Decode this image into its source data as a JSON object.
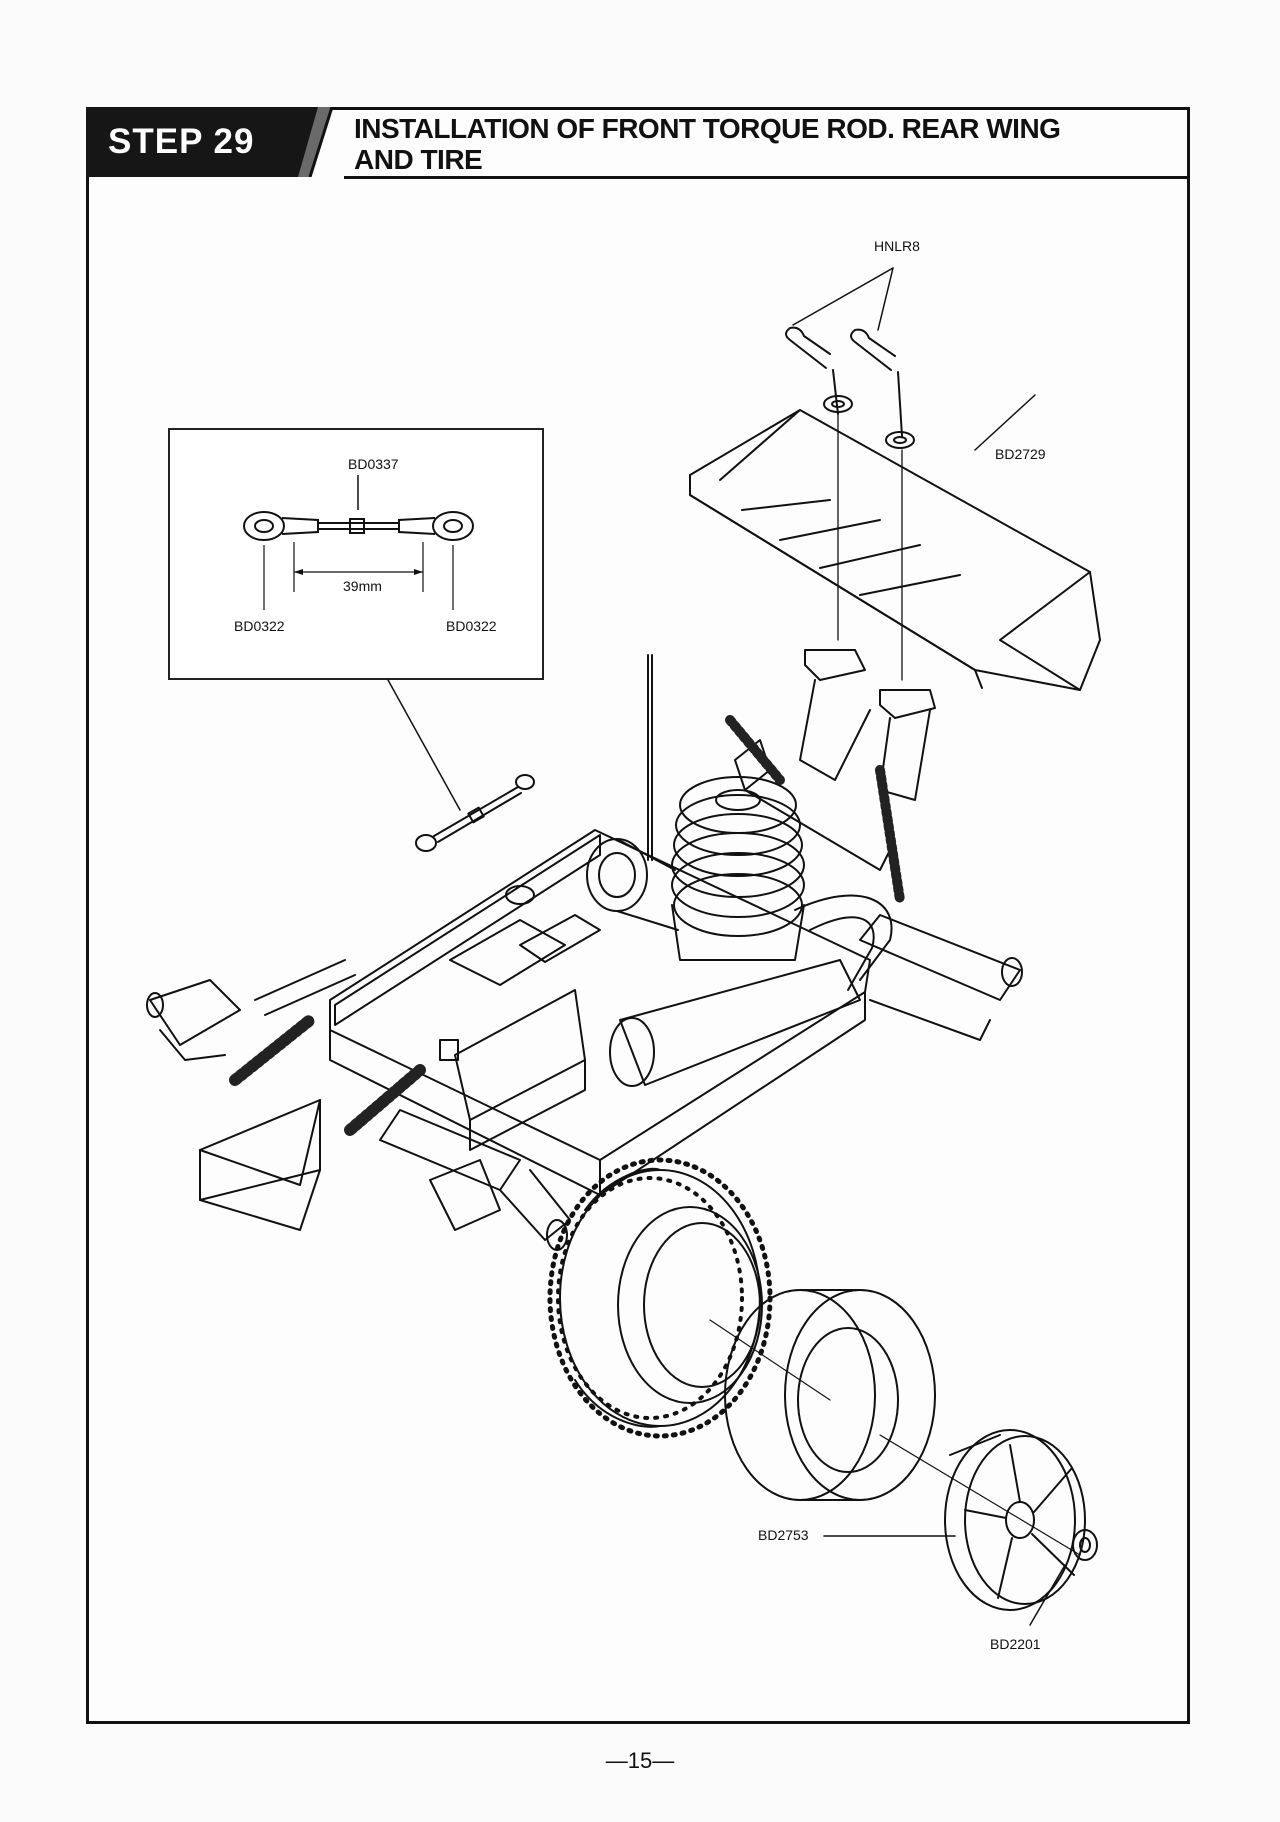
{
  "step": {
    "label": "STEP 29"
  },
  "title": {
    "line1": "INSTALLATION OF FRONT TORQUE ROD. REAR WING",
    "line2": "AND TIRE"
  },
  "inset": {
    "rod_part": "BD0337",
    "length": "39mm",
    "end_left": "BD0322",
    "end_right": "BD0322"
  },
  "parts": {
    "clip": "HNLR8",
    "wing": "BD2729",
    "wheel": "BD2753",
    "nut": "BD2201"
  },
  "page": {
    "number": "—15—"
  }
}
